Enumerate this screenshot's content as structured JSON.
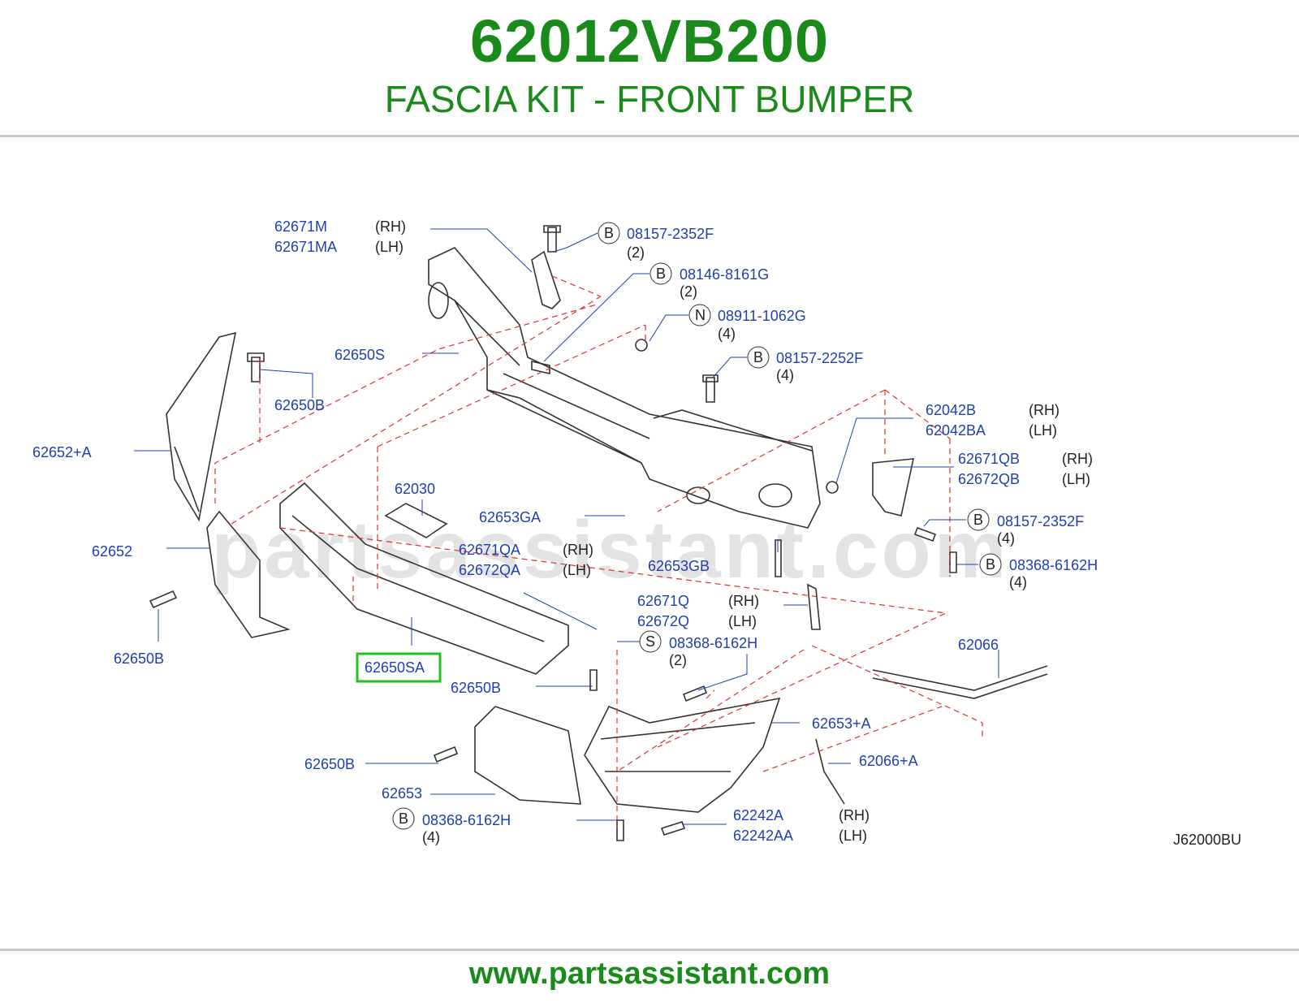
{
  "header": {
    "part_number": "62012VB200",
    "subtitle": "FASCIA KIT - FRONT BUMPER"
  },
  "footer": {
    "url": "www.partsassistant.com"
  },
  "watermark": "partsassistant.com",
  "diagram_code": "J62000BU",
  "highlight_color": "#1fc21f",
  "labels": {
    "p62671M": "62671M",
    "p62671MA": "62671MA",
    "rh1": "(RH)",
    "lh1": "(LH)",
    "b1": "B",
    "f08157_2352F_a": "08157-2352F",
    "q2a": "(2)",
    "b2": "B",
    "f08146_8161G": "08146-8161G",
    "q2b": "(2)",
    "n1": "N",
    "f08911_1062G": "08911-1062G",
    "q4a": "(4)",
    "b3": "B",
    "f08157_2252F": "08157-2252F",
    "q4b": "(4)",
    "p62650S": "62650S",
    "p62650B_a": "62650B",
    "p62652A": "62652+A",
    "p62042B": "62042B",
    "p62042BA": "62042BA",
    "rh2": "(RH)",
    "lh2": "(LH)",
    "p62671QB": "62671QB",
    "p62672QB": "62672QB",
    "rh3": "(RH)",
    "lh3": "(LH)",
    "p62030": "62030",
    "p62653GA": "62653GA",
    "b4": "B",
    "f08157_2352F_b": "08157-2352F",
    "q4c": "(4)",
    "p62652": "62652",
    "p62671QA": "62671QA",
    "p62672QA": "62672QA",
    "rh4": "(RH)",
    "lh4": "(LH)",
    "p62653GB": "62653GB",
    "b5": "B",
    "f08368_6162H_a": "08368-6162H",
    "q4d": "(4)",
    "p62671Q": "62671Q",
    "p62672Q": "62672Q",
    "rh5": "(RH)",
    "lh5": "(LH)",
    "p62650B_b": "62650B",
    "s1": "S",
    "f08368_6162H_b": "08368-6162H",
    "q2c": "(2)",
    "p62066": "62066",
    "p62650SA": "62650SA",
    "p62650B_c": "62650B",
    "p62653A": "62653+A",
    "p62066A": "62066+A",
    "p62650B_d": "62650B",
    "p62653": "62653",
    "p62242A": "62242A",
    "p62242AA": "62242AA",
    "rh6": "(RH)",
    "lh6": "(LH)",
    "b6": "B",
    "f08368_6162H_c": "08368-6162H",
    "q4e": "(4)"
  }
}
